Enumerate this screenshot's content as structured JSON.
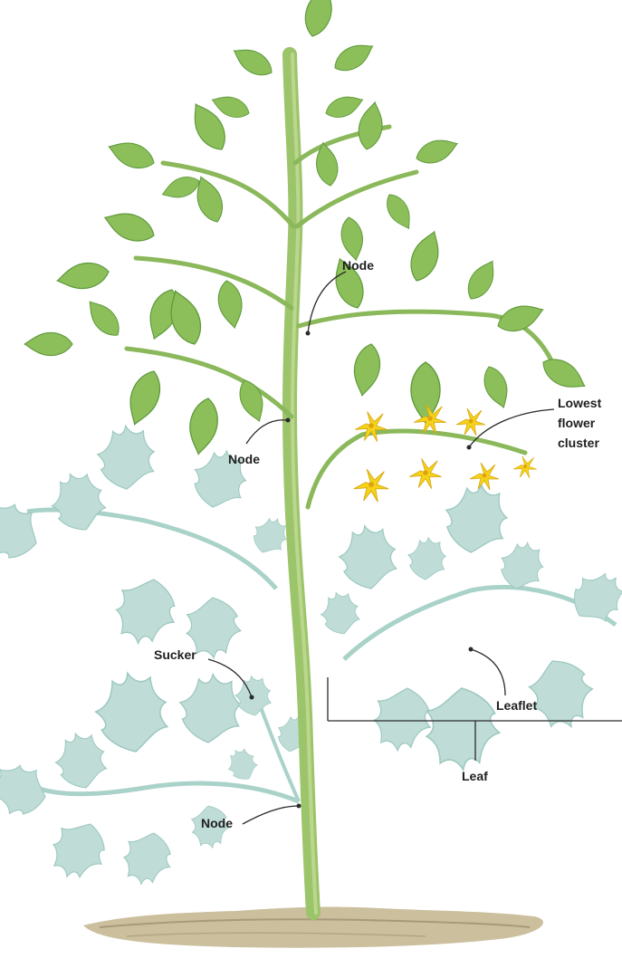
{
  "labels": {
    "node_top": "Node",
    "node_middle": "Node",
    "node_bottom": "Node",
    "flower_line1": "Lowest",
    "flower_line2": "flower",
    "flower_line3": "cluster",
    "sucker": "Sucker",
    "leaflet": "Leaflet",
    "leaf": "Leaf"
  },
  "colors": {
    "green_leaf": "#8cbf5a",
    "green_leaf_dark": "#5f9a3c",
    "green_stem": "#9cc46a",
    "pale_leaf": "#bfdcd6",
    "pale_leaf_edge": "#9cc8c0",
    "flower": "#f5d31a",
    "soil": "#cbbf9e"
  }
}
